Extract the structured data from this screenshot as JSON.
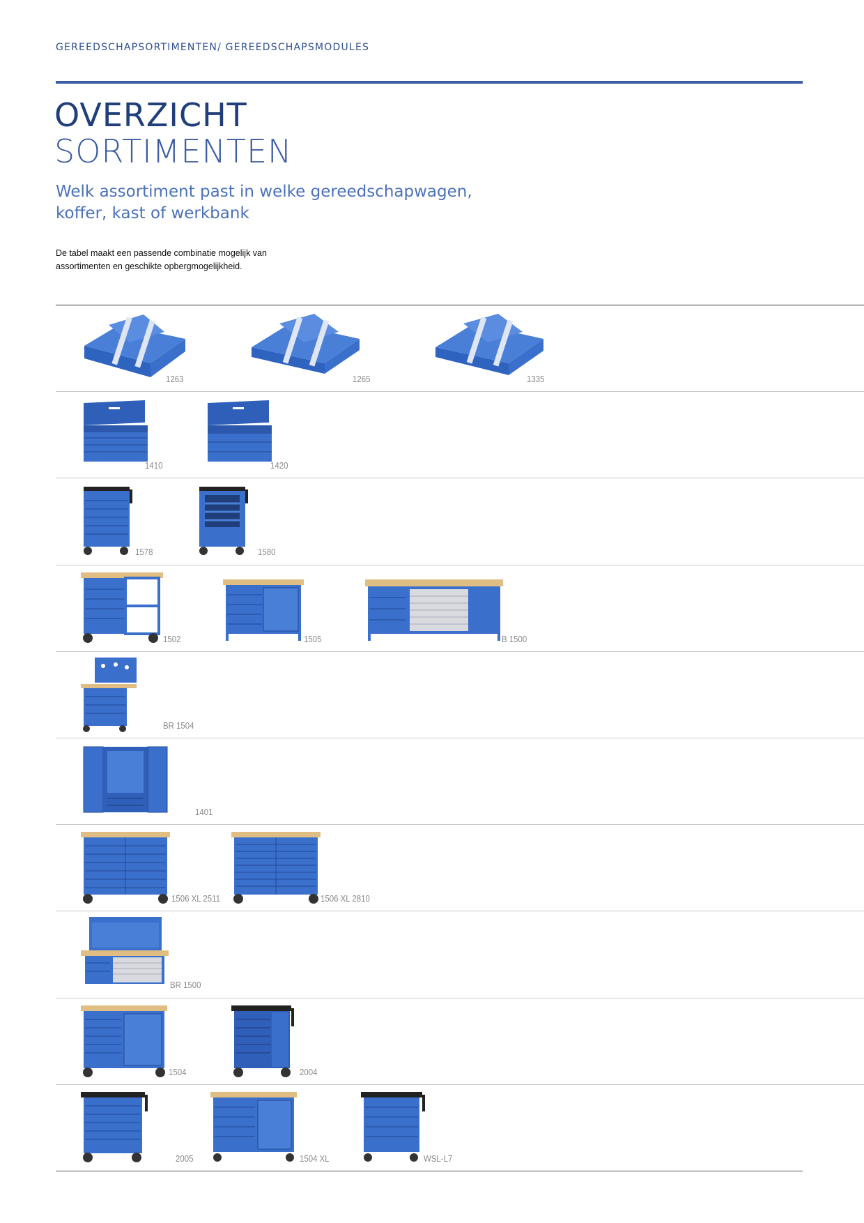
{
  "header": {
    "breadcrumb": "GEREEDSCHAPSORTIMENTEN/ GEREEDSCHAPSMODULES",
    "title_line1": "OVERZICHT",
    "title_line2": "SORTIMENTEN",
    "subtitle": "Welk assortiment past in welke gereedschapwagen, koffer, kast of werkbank",
    "intro": "De tabel maakt een passende combinatie mogelijk van assortimenten en geschikte opbergmogelijkheid."
  },
  "rows": [
    {
      "items": [
        {
          "label": "1263"
        },
        {
          "label": "1265"
        },
        {
          "label": "1335"
        }
      ]
    },
    {
      "items": [
        {
          "label": "1410"
        },
        {
          "label": "1420"
        }
      ]
    },
    {
      "items": [
        {
          "label": "1578"
        },
        {
          "label": "1580"
        }
      ]
    },
    {
      "items": [
        {
          "label": "1502"
        },
        {
          "label": "1505"
        },
        {
          "label": "B 1500"
        }
      ]
    },
    {
      "items": [
        {
          "label": "BR 1504"
        }
      ]
    },
    {
      "items": [
        {
          "label": "1401"
        }
      ]
    },
    {
      "items": [
        {
          "label": "1506 XL 2511"
        },
        {
          "label": "1506 XL 2810"
        }
      ]
    },
    {
      "items": [
        {
          "label": "BR 1500"
        }
      ]
    },
    {
      "items": [
        {
          "label": "1504"
        },
        {
          "label": "2004"
        }
      ]
    },
    {
      "items": [
        {
          "label": "2005"
        },
        {
          "label": "1504 XL"
        },
        {
          "label": "WSL-L7"
        }
      ]
    }
  ],
  "colors": {
    "brand_blue": "#3b6fd0",
    "dark_blue": "#1f3e7a",
    "wood": "#e0bd82"
  }
}
